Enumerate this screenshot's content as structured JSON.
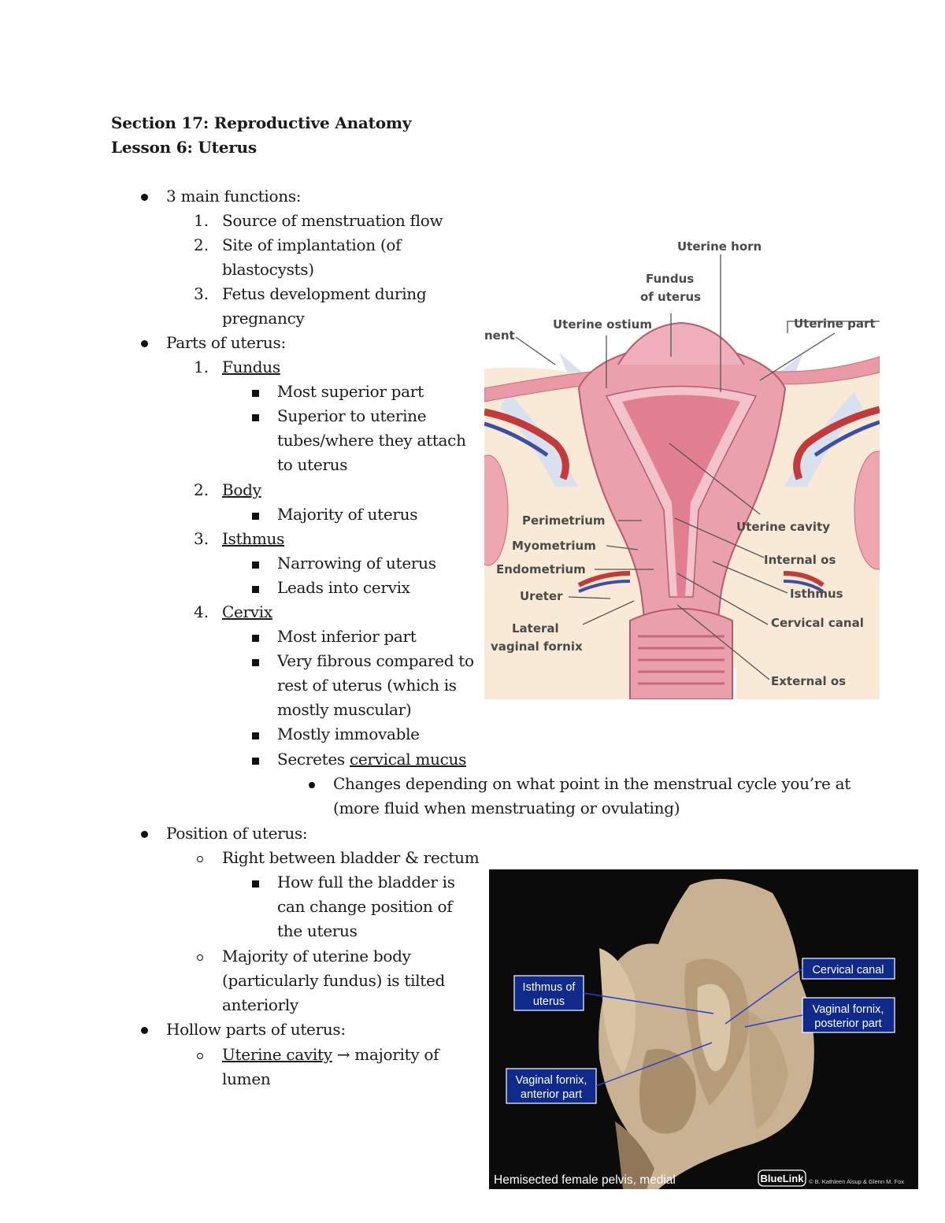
{
  "header": {
    "section": "Section 17: Reproductive Anatomy",
    "lesson": "Lesson 6: Uterus"
  },
  "notes": {
    "main_functions": {
      "heading": "3 main functions:",
      "items": [
        {
          "num": "1.",
          "lines": [
            "Source of menstruation flow"
          ]
        },
        {
          "num": "2.",
          "lines": [
            "Site of implantation (of",
            "blastocysts)"
          ]
        },
        {
          "num": "3.",
          "lines": [
            "Fetus development during",
            "pregnancy"
          ]
        }
      ]
    },
    "parts": {
      "heading": "Parts of uterus:",
      "fundus": {
        "num": "1.",
        "label": "Fundus",
        "points": [
          "Most superior part",
          "Superior to uterine",
          "tubes/where they attach",
          "to uterus"
        ]
      },
      "body": {
        "num": "2.",
        "label": "Body",
        "points": [
          "Majority of uterus"
        ]
      },
      "isthmus": {
        "num": "3.",
        "label": "Isthmus",
        "points": [
          "Narrowing of uterus",
          "Leads into cervix"
        ]
      },
      "cervix": {
        "num": "4.",
        "label": "Cervix",
        "points": [
          "Most inferior part",
          "Very fibrous compared to",
          "rest of uterus (which is",
          "mostly muscular)",
          "Mostly immovable"
        ],
        "secretes_prefix": "Secretes ",
        "secretes_link": "cervical mucus",
        "sub": [
          "Changes depending on what point in the menstrual cycle you’re at",
          "(more fluid when menstruating or ovulating)"
        ]
      }
    },
    "position": {
      "heading": "Position of uterus:",
      "a": "Right between bladder & rectum",
      "a_sub": [
        "How full the bladder is",
        "can change position of",
        "the uterus"
      ],
      "b": [
        "Majority of uterine body",
        "(particularly fundus) is tilted",
        "anteriorly"
      ]
    },
    "hollow": {
      "heading": "Hollow parts of uterus:",
      "cavity_label": "Uterine cavity",
      "cavity_rest": " → majority of",
      "cavity_line2": "lumen"
    }
  },
  "figure1": {
    "labels": {
      "uterine_horn": "Uterine horn",
      "fundus_1": "Fundus",
      "fundus_2": "of uterus",
      "uterine_ostium": "Uterine ostium",
      "uterine_part": "Uterine part",
      "ligament": "nent",
      "perimetrium": "Perimetrium",
      "myometrium": "Myometrium",
      "endometrium": "Endometrium",
      "ureter": "Ureter",
      "lateral_1": "Lateral",
      "lateral_2": "vaginal fornix",
      "uterine_cavity": "Uterine cavity",
      "internal_os": "Internal os",
      "isthmus": "Isthmus",
      "cervical_canal": "Cervical canal",
      "external_os": "External os"
    }
  },
  "figure2": {
    "labels": {
      "isthmus_1": "Isthmus of",
      "isthmus_2": "uterus",
      "cervical_canal": "Cervical canal",
      "fornix_post_1": "Vaginal fornix,",
      "fornix_post_2": "posterior part",
      "fornix_ant_1": "Vaginal fornix,",
      "fornix_ant_2": "anterior part"
    },
    "caption": "Hemisected female pelvis, medial",
    "brand": "BlueLink",
    "credit": "© B. Kathleen Alsup & Glenn M. Fox"
  }
}
